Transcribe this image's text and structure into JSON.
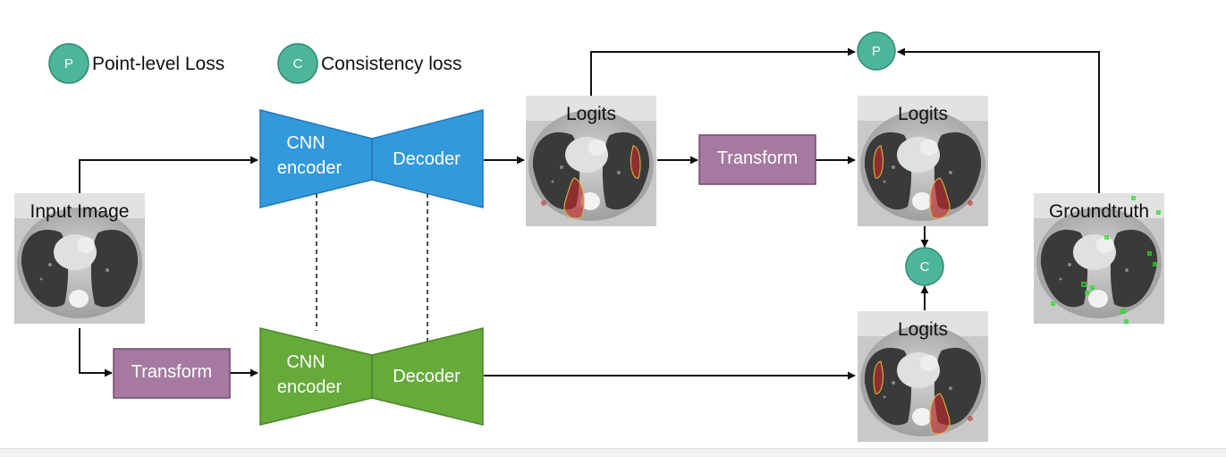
{
  "legend": {
    "point_symbol": "P",
    "point_label": "Point-level Loss",
    "consistency_symbol": "C",
    "consistency_label": "Consistency loss"
  },
  "input_image": {
    "label": "Input Image"
  },
  "top_branch": {
    "encoder_line1": "CNN",
    "encoder_line2": "encoder",
    "decoder": "Decoder",
    "logits_label": "Logits",
    "transform": "Transform",
    "transformed_logits_label": "Logits"
  },
  "bottom_branch": {
    "transform": "Transform",
    "encoder_line1": "CNN",
    "encoder_line2": "encoder",
    "decoder": "Decoder",
    "logits_label": "Logits"
  },
  "groundtruth": {
    "label": "Groundtruth"
  },
  "losses": {
    "point": "P",
    "consistency": "C"
  },
  "colors": {
    "loss_circle": "#4db69a",
    "loss_circle_stroke": "#2f8a70",
    "blue_network": "#3399dd",
    "green_network": "#66aa3a",
    "transform_box": "#a67aa0",
    "segmentation_overlay": "#c62828",
    "groundtruth_points": "#22dd22"
  }
}
